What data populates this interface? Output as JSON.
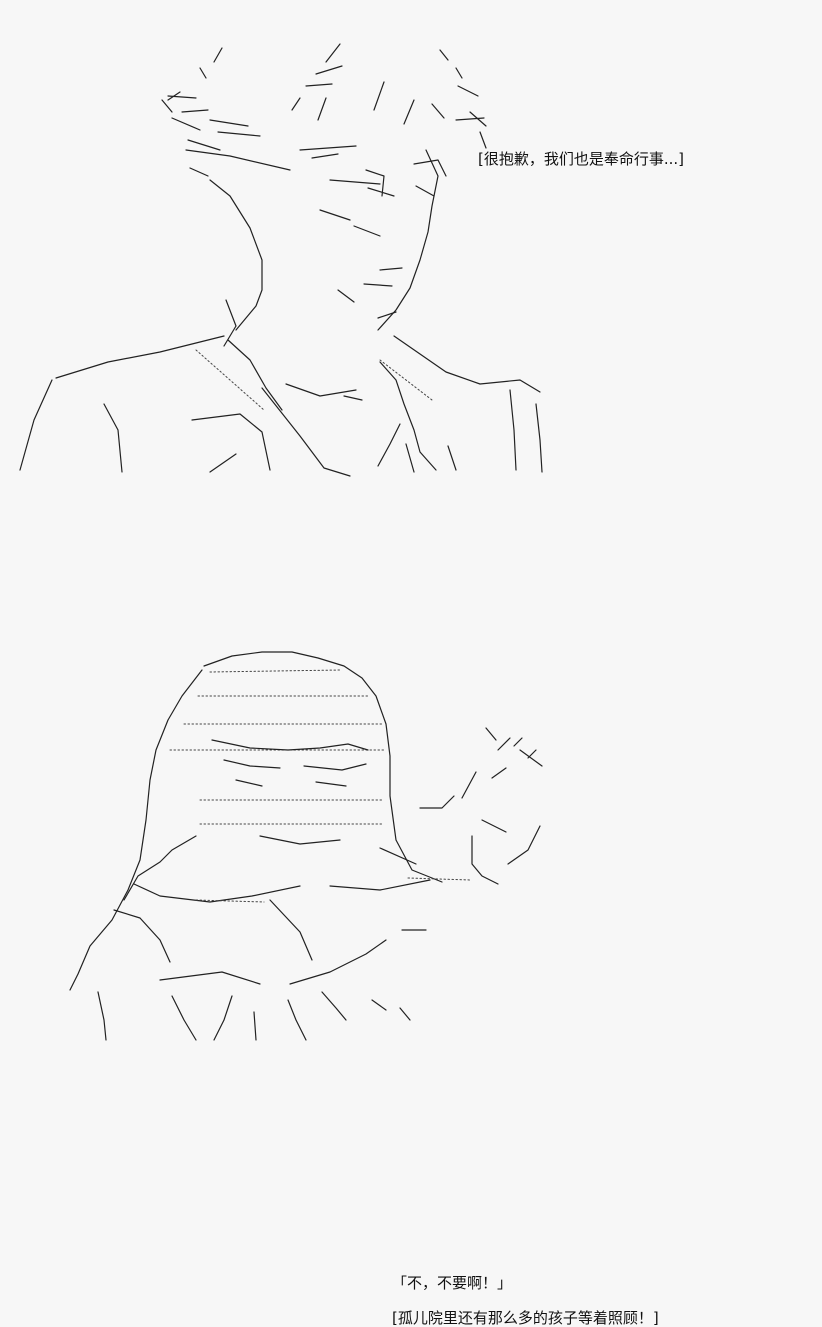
{
  "panels": [
    {
      "dialogue": "[很抱歉，我们也是奉命行事...]"
    },
    {
      "dialogue_1": "「不，不要啊！」",
      "dialogue_2": "[孤儿院里还有那么多的孩子等着照顾！]"
    }
  ]
}
